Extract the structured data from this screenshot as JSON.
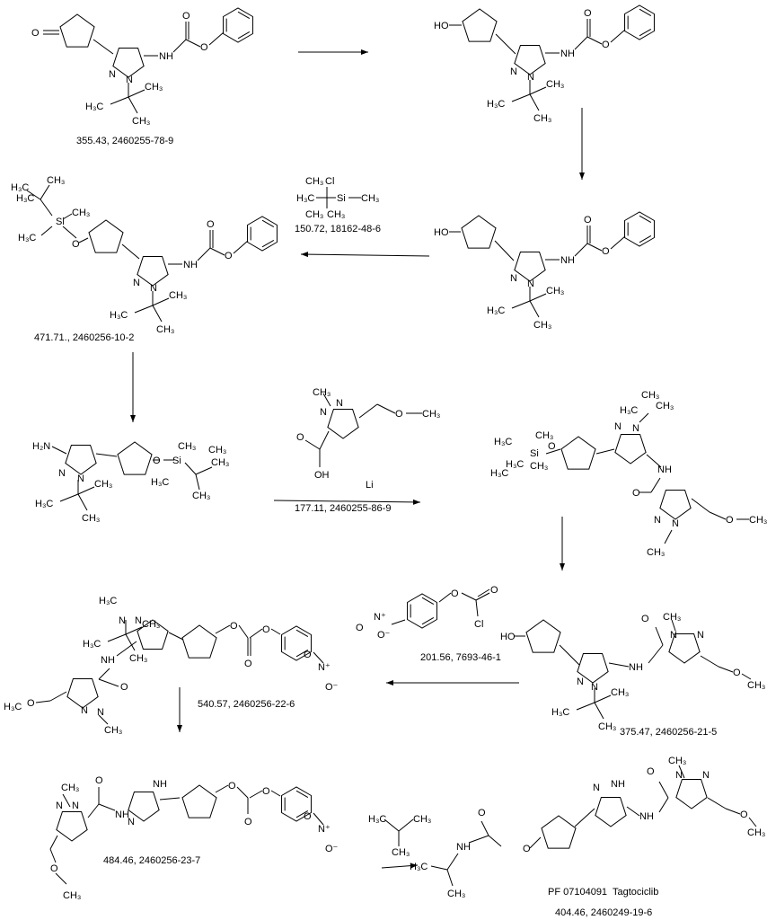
{
  "atoms": {
    "O": "O",
    "HO": "HO",
    "N": "N",
    "NH": "NH",
    "H2N": "H₂N",
    "H3C": "H₃C",
    "CH3": "CH₃",
    "Si": "Si",
    "Cl": "Cl",
    "OH": "OH",
    "Li": "Li",
    "NO2_N": "N⁺",
    "O_minus": "O⁻",
    "NH_ring": "NH"
  },
  "compounds": [
    {
      "id": "c1",
      "label": "355.43, 2460255-78-9"
    },
    {
      "id": "tbscl",
      "label": "150.72, 18162-48-6"
    },
    {
      "id": "c4",
      "label": "471.71., 2460256-10-2"
    },
    {
      "id": "acid",
      "label": "177.11, 2460255-86-9",
      "counterion": "Li"
    },
    {
      "id": "chloroformate",
      "label": "201.56, 7693-46-1"
    },
    {
      "id": "c8",
      "label": "540.57, 2460256-22-6"
    },
    {
      "id": "c7",
      "label": "375.47, 2460256-21-5"
    },
    {
      "id": "c9",
      "label": "484.46, 2460256-23-7"
    },
    {
      "id": "product",
      "label": "PF 07104091  Tagtociclib",
      "label2": "404.46, 2460249-19-6"
    }
  ]
}
